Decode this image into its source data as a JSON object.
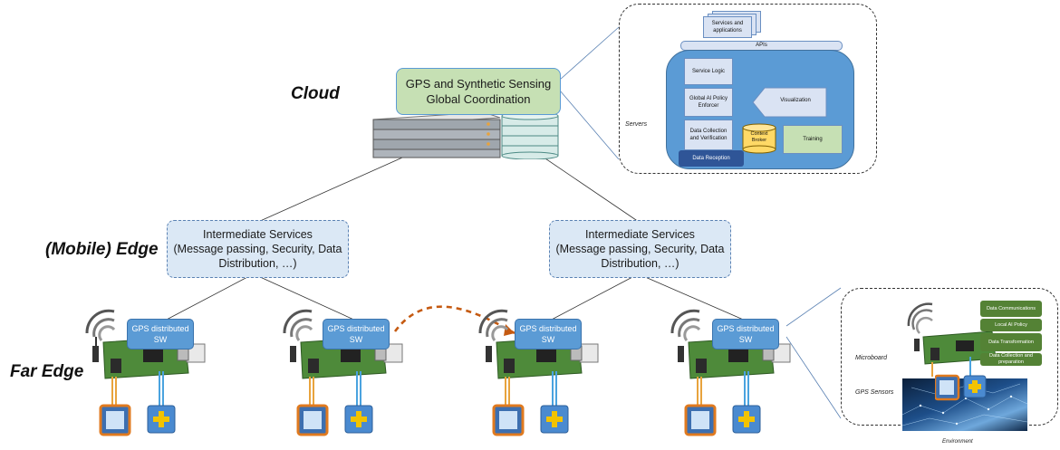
{
  "tiers": {
    "cloud": "Cloud",
    "edge": "(Mobile) Edge",
    "far_edge": "Far Edge"
  },
  "cloud_box": {
    "line1": "GPS  and Synthetic Sensing",
    "line2": "Global Coordination"
  },
  "intermediate": {
    "title": "Intermediate Services",
    "line2": "(Message passing, Security, Data",
    "line3": "Distribution, …)"
  },
  "sw_box": {
    "line1": "GPS distributed",
    "line2": "SW"
  },
  "servers_panel": {
    "label": "Servers",
    "services": "Services and applications",
    "apis": "APIs",
    "service_logic": "Service Logic",
    "policy": "Global AI Policy Enforcer",
    "visualization": "Visualization",
    "data_collection": "Data Collection and Verification",
    "context_broker": "Context Broker",
    "training": "Training",
    "data_reception": "Data Reception"
  },
  "microboard_panel": {
    "microboard": "Microboard",
    "gps_sensors": "GPS Sensors",
    "environment": "Environment",
    "modules": [
      "Data Communications",
      "Local AI Policy",
      "Data Transformation",
      "Data Collection and preparation"
    ]
  },
  "colors": {
    "cloud_green": "#c6e0b4",
    "sw_blue": "#5b9bd5",
    "intermediate_blue": "#dbe8f5",
    "orange_link": "#c55a11",
    "pcb_green": "#4e8a3a"
  }
}
